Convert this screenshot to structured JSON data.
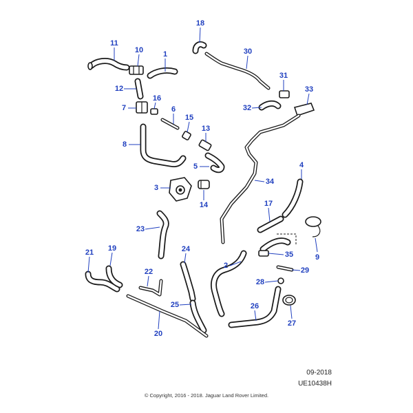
{
  "callouts": {
    "c1": "1",
    "c2": "2",
    "c3": "3",
    "c4": "4",
    "c5": "5",
    "c6": "6",
    "c7": "7",
    "c8": "8",
    "c9": "9",
    "c10": "10",
    "c11": "11",
    "c12": "12",
    "c13": "13",
    "c14": "14",
    "c15": "15",
    "c16": "16",
    "c17": "17",
    "c18": "18",
    "c19": "19",
    "c20": "20",
    "c21": "21",
    "c22": "22",
    "c23": "23",
    "c24": "24",
    "c25": "25",
    "c26": "26",
    "c27": "27",
    "c28": "28",
    "c29": "29",
    "c30": "30",
    "c31": "31",
    "c32": "32",
    "c33": "33",
    "c34": "34",
    "c35": "35"
  },
  "footer": {
    "date": "09-2018",
    "reference": "UE10438H",
    "copyright": "© Copyright, 2016 - 2018. Jaguar Land Rover Limited."
  },
  "colors": {
    "callout": "#1f3fbf",
    "line_art": "#1a1a1a"
  }
}
